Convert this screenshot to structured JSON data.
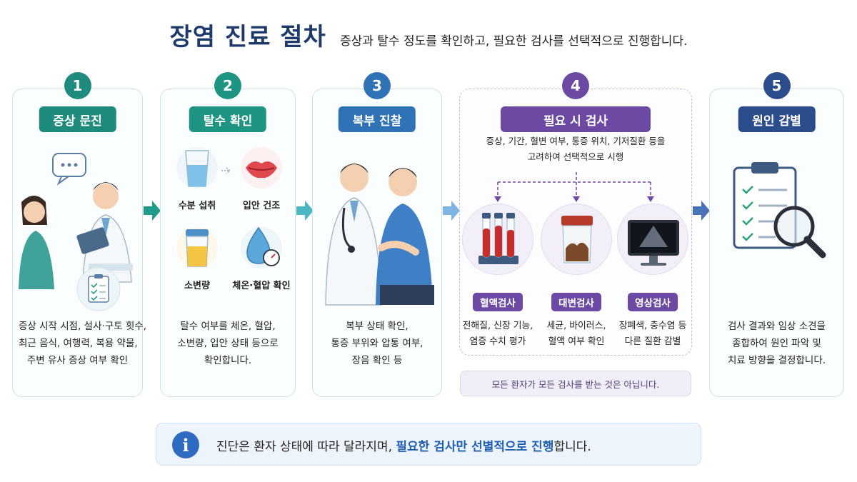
{
  "header": {
    "title": "장염 진료 절차",
    "subtitle": "증상과 탈수 정도를 확인하고, 필요한 검사를 선택적으로 진행합니다."
  },
  "steps": [
    {
      "number": "1",
      "title": "증상 문진",
      "desc": [
        "증상 시작 시점, 설사·구토 횟수,",
        "최근 음식, 여행력, 복용 약물,",
        "주변 유사 증상 여부 확인"
      ]
    },
    {
      "number": "2",
      "title": "탈수 확인",
      "items": [
        "수분 섭취",
        "입안 건조",
        "소변량",
        "체온·혈압 확인"
      ],
      "desc": [
        "탈수 여부를 체온, 혈압,",
        "소변량, 입안 상태 등으로",
        "확인합니다."
      ]
    },
    {
      "number": "3",
      "title": "복부 진찰",
      "desc": [
        "복부 상태 확인,",
        "통증 부위와 압통 여부,",
        "장음 확인 등"
      ]
    },
    {
      "number": "4",
      "title": "필요 시 검사",
      "intro": [
        "증상, 기간, 혈변 여부, 통증 위치, 기저질환 등을",
        "고려하여 선택적으로 시행"
      ],
      "tests": [
        {
          "name": "혈액검사",
          "desc": [
            "전해질, 신장 기능,",
            "염증 수치 평가"
          ]
        },
        {
          "name": "대변검사",
          "desc": [
            "세균, 바이러스,",
            "혈액 여부 확인"
          ]
        },
        {
          "name": "영상검사",
          "desc": [
            "장폐색, 충수염 등",
            "다른 질환 감별"
          ]
        }
      ],
      "notice": "모든 환자가 모든 검사를 받는 것은 아닙니다."
    },
    {
      "number": "5",
      "title": "원인 감별",
      "desc": [
        "검사 결과와 임상 소견을",
        "종합하여 원인 파악 및",
        "치료 방향을 결정합니다."
      ]
    }
  ],
  "bottom": {
    "icon": "i",
    "text_before": "진단은 환자 상태에 따라 달라지며,",
    "text_emphasis": "필요한 검사만 선별적으로 진행",
    "text_after": "합니다."
  },
  "colors": {
    "teal": "#1f8b7d",
    "teal2": "#1e9582",
    "blue": "#2f73b6",
    "purple": "#6c4aa3",
    "navy": "#2b4d8c"
  }
}
